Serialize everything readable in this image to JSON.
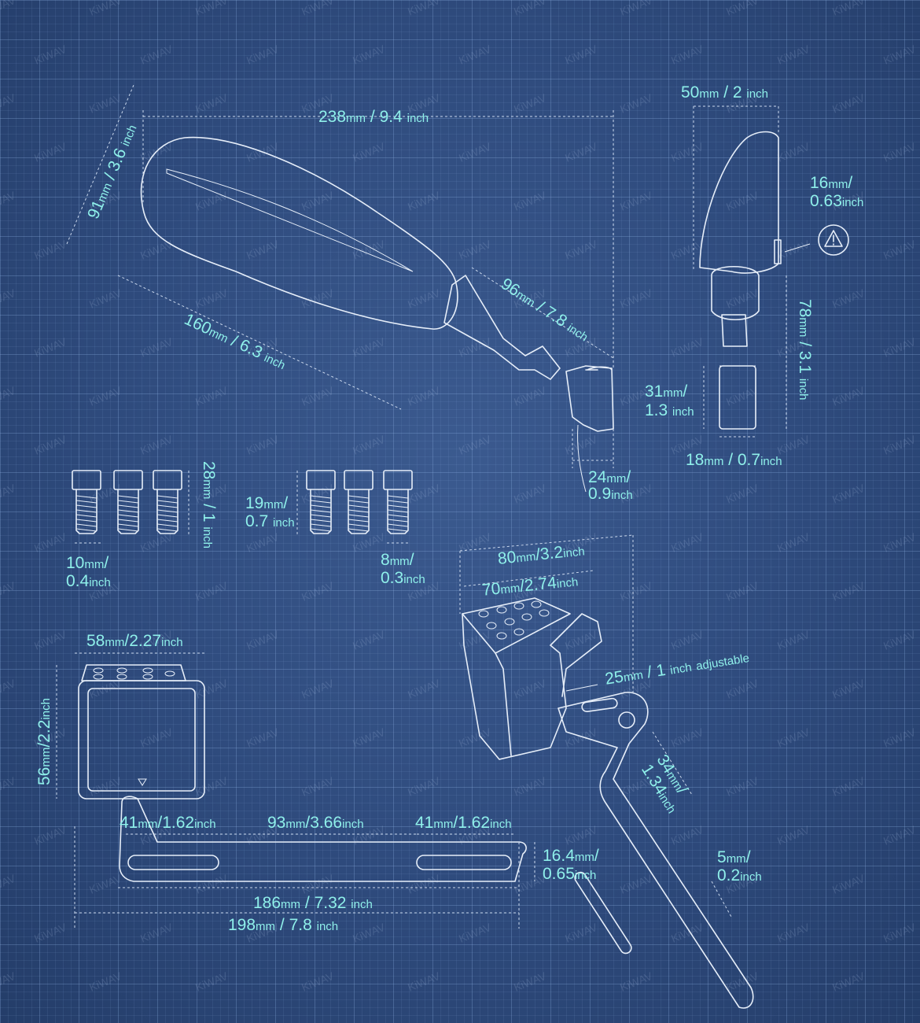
{
  "watermark": "KiWAV",
  "mirror": {
    "width": {
      "value": "238",
      "unit": "mm",
      "alt": "9.4",
      "alt_unit": "inch"
    },
    "head_height": {
      "value": "91",
      "unit": "mm",
      "alt": "3.6",
      "alt_unit": "inch"
    },
    "head_length": {
      "value": "160",
      "unit": "mm",
      "alt": "6.3",
      "alt_unit": "inch"
    },
    "stem_length": {
      "value": "96",
      "unit": "mm",
      "alt": "7.8",
      "alt_unit": "inch"
    },
    "mount_width": {
      "value": "24",
      "unit": "mm",
      "alt": "0.9",
      "alt_unit": "inch"
    }
  },
  "side_view": {
    "depth": {
      "value": "50",
      "unit": "mm",
      "alt": "2",
      "alt_unit": "inch"
    },
    "signal": {
      "value": "16",
      "unit": "mm",
      "alt": "0.63",
      "alt_unit": "inch"
    },
    "height": {
      "value": "78",
      "unit": "mm",
      "alt": "3.1",
      "alt_unit": "inch"
    },
    "base_height": {
      "value": "31",
      "unit": "mm",
      "alt": "1.3",
      "alt_unit": "inch"
    },
    "base_width": {
      "value": "18",
      "unit": "mm",
      "alt": "0.7",
      "alt_unit": "inch"
    },
    "warning_icon": "warning-triangle"
  },
  "screws_long": {
    "length": {
      "value": "28",
      "unit": "mm",
      "alt": "1",
      "alt_unit": "inch"
    },
    "head": {
      "value": "10",
      "unit": "mm",
      "alt": "0.4",
      "alt_unit": "inch"
    }
  },
  "screws_short": {
    "length": {
      "value": "19",
      "unit": "mm",
      "alt": "0.7",
      "alt_unit": "inch"
    },
    "diameter": {
      "value": "8",
      "unit": "mm",
      "alt": "0.3",
      "alt_unit": "inch"
    }
  },
  "bracket_front": {
    "clamp_width": {
      "value": "58",
      "unit": "mm",
      "alt": "2.27",
      "alt_unit": "inch"
    },
    "clamp_height": {
      "value": "56",
      "unit": "mm",
      "alt": "2.2",
      "alt_unit": "inch"
    },
    "slot_left": {
      "value": "41",
      "unit": "mm",
      "alt": "1.62",
      "alt_unit": "inch"
    },
    "slot_gap": {
      "value": "93",
      "unit": "mm",
      "alt": "3.66",
      "alt_unit": "inch"
    },
    "slot_right": {
      "value": "41",
      "unit": "mm",
      "alt": "1.62",
      "alt_unit": "inch"
    },
    "bar_height": {
      "value": "16.4",
      "unit": "mm",
      "alt": "0.65",
      "alt_unit": "inch"
    },
    "inner_length": {
      "value": "186",
      "unit": "mm",
      "alt": "7.32",
      "alt_unit": "inch"
    },
    "total_length": {
      "value": "198",
      "unit": "mm",
      "alt": "7.8",
      "alt_unit": "inch"
    }
  },
  "bracket_iso": {
    "outer_width": {
      "value": "80",
      "unit": "mm",
      "alt": "3.2",
      "alt_unit": "inch"
    },
    "plate_width": {
      "value": "70",
      "unit": "mm",
      "alt": "2.74",
      "alt_unit": "inch"
    },
    "adjust": {
      "value": "25",
      "unit": "mm",
      "alt": "1",
      "alt_unit": "inch",
      "note": "adjustable"
    },
    "arm_width": {
      "value": "34",
      "unit": "mm",
      "alt": "1.34",
      "alt_unit": "inch"
    },
    "thickness": {
      "value": "5",
      "unit": "mm",
      "alt": "0.2",
      "alt_unit": "inch"
    }
  }
}
